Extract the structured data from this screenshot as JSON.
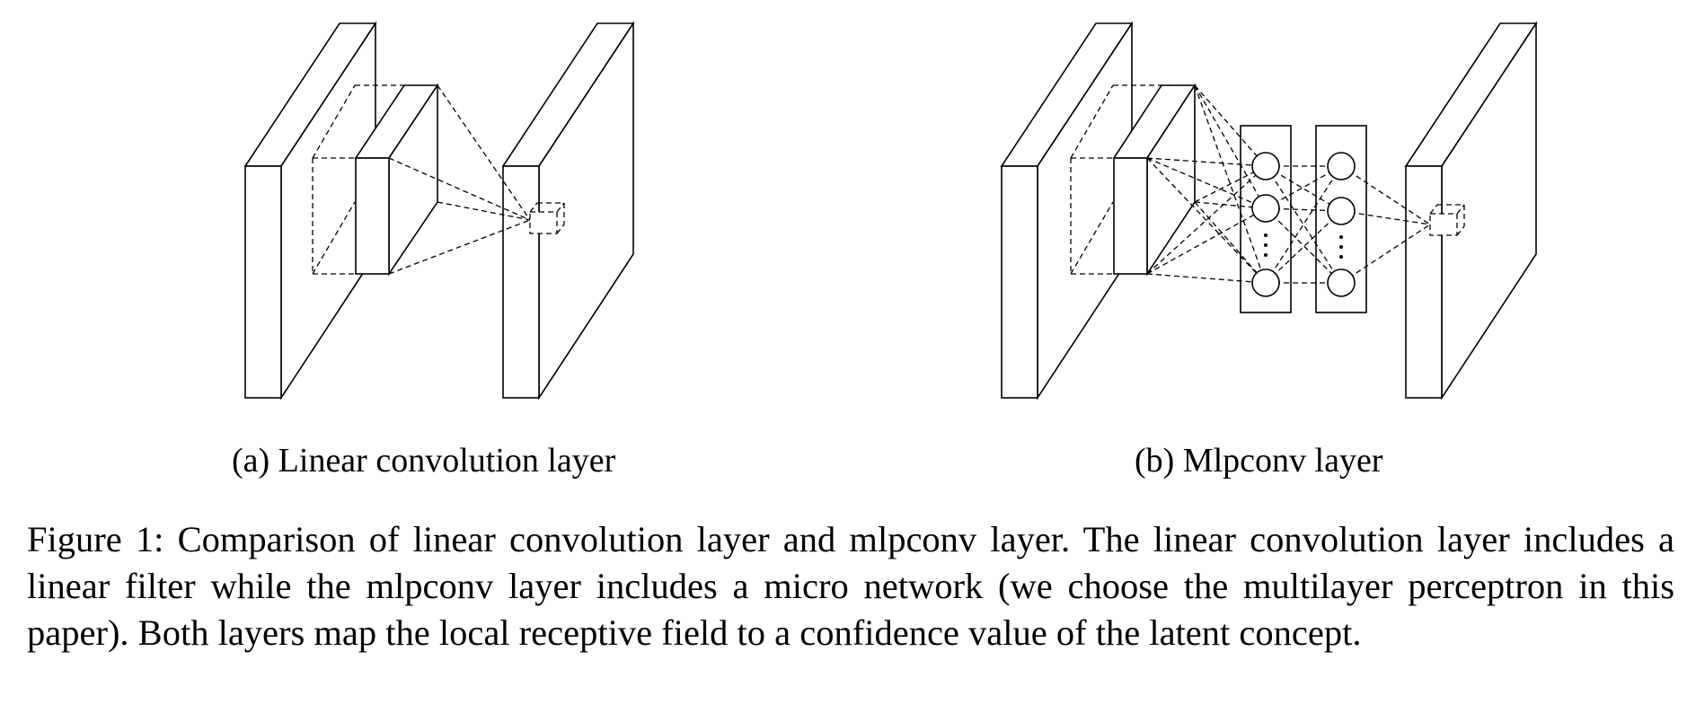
{
  "figure": {
    "subfigure_a_caption": "(a) Linear convolution layer",
    "subfigure_b_caption": "(b) Mlpconv layer",
    "caption": "Figure 1: Comparison of linear convolution layer and mlpconv layer. The linear convolution layer includes a linear filter while the mlpconv layer includes a micro network (we choose the multilayer perceptron in this paper). Both layers map the local receptive field to a confidence value of the latent concept."
  }
}
